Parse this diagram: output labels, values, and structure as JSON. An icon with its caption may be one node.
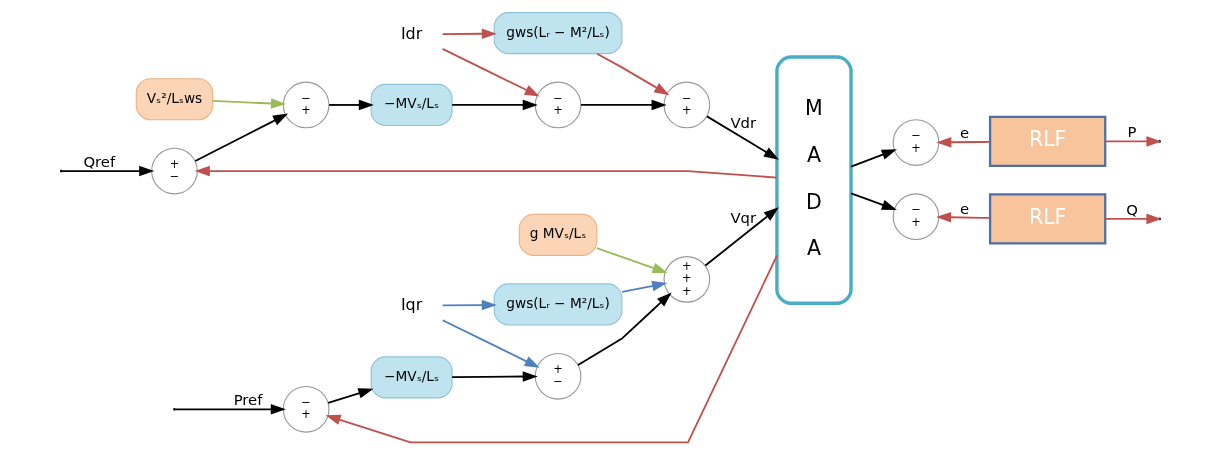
{
  "diagram": {
    "nodes": [
      {
        "text": [
          "−",
          "+"
        ]
      },
      {
        "text": [
          "−MVₛ/Lₛ"
        ]
      },
      {
        "text": [
          "+",
          "−"
        ]
      },
      {
        "text": [
          "g MVₛ/Lₛ"
        ]
      },
      {
        "text": [
          "+",
          "+",
          "+"
        ]
      },
      {
        "text": [
          "M A D A"
        ]
      },
      {
        "text": [
          "−",
          "+"
        ]
      },
      {
        "text": [
          "RLF"
        ]
      },
      {
        "text": [
          "Iqr"
        ]
      },
      {
        "text": [
          "gws(Lᵣ − M²/Lₛ)"
        ]
      },
      {
        "text": [
          "Idr"
        ]
      },
      {
        "text": [
          "gws(Lᵣ − M²/Lₛ)"
        ]
      },
      {
        "text": [
          "Vₛ²/Lₛws"
        ]
      },
      {
        "text": [
          "+",
          "−"
        ]
      },
      {
        "text": [
          "−",
          "+"
        ]
      },
      {
        "text": [
          "−MVₛ/Lₛ"
        ]
      },
      {
        "text": [
          "−",
          "+"
        ]
      },
      {
        "text": [
          "−",
          "+"
        ]
      },
      {
        "text": [
          "−",
          "+"
        ]
      },
      {
        "text": [
          "RLF"
        ]
      }
    ],
    "edges": [
      {
        "from": null,
        "to": 0,
        "arrow": "to",
        "label": "Pref"
      },
      {
        "from": 0,
        "to": 1,
        "arrow": "to"
      },
      {
        "from": 1,
        "to": 2,
        "arrow": "to"
      },
      {
        "from": 2,
        "to": 4,
        "arrow": "to"
      },
      {
        "from": 3,
        "to": 4,
        "arrow": "to",
        "color": "#9bbb59"
      },
      {
        "from": 4,
        "to": 5,
        "arrow": "to",
        "label": "Vqr"
      },
      {
        "from": 5,
        "to": 6,
        "arrow": "to"
      },
      {
        "from": 5,
        "to": 0,
        "arrow": "to",
        "color": "#c0504d"
      },
      {
        "from": 7,
        "to": 6,
        "arrow": "to",
        "label": "e",
        "color": "#c0504d"
      },
      {
        "from": 7,
        "to": null,
        "arrow": "to",
        "label": "P",
        "color": "#c0504d"
      },
      {
        "from": 8,
        "to": 2,
        "arrow": "to",
        "color": "#4f81bd"
      },
      {
        "from": 8,
        "to": 11,
        "arrow": "to",
        "color": "#4f81bd"
      },
      {
        "from": 10,
        "to": 9,
        "arrow": "to",
        "color": "#c0504d"
      },
      {
        "from": 10,
        "to": 16,
        "arrow": "to",
        "color": "#c0504d"
      },
      {
        "from": 9,
        "to": 17,
        "arrow": "to",
        "color": "#c0504d"
      },
      {
        "from": 11,
        "to": 4,
        "arrow": "to",
        "color": "#4f81bd"
      },
      {
        "from": null,
        "to": 13,
        "arrow": "to",
        "label": "Qref"
      },
      {
        "from": 13,
        "to": 14,
        "arrow": "to"
      },
      {
        "from": 12,
        "to": 14,
        "arrow": "to",
        "color": "#9bbb59"
      },
      {
        "from": 14,
        "to": 15,
        "arrow": "to"
      },
      {
        "from": 15,
        "to": 16,
        "arrow": "to"
      },
      {
        "from": 16,
        "to": 17,
        "arrow": "to"
      },
      {
        "from": 17,
        "to": 5,
        "arrow": "to",
        "label": "Vdr"
      },
      {
        "from": 5,
        "to": 18,
        "arrow": "to"
      },
      {
        "from": 5,
        "to": 13,
        "arrow": "to",
        "color": "#c0504d"
      },
      {
        "from": 19,
        "to": 18,
        "arrow": "to",
        "label": "e",
        "color": "#c0504d"
      },
      {
        "from": 19,
        "to": null,
        "arrow": "to",
        "label": "Q",
        "color": "#c0504d"
      }
    ]
  }
}
